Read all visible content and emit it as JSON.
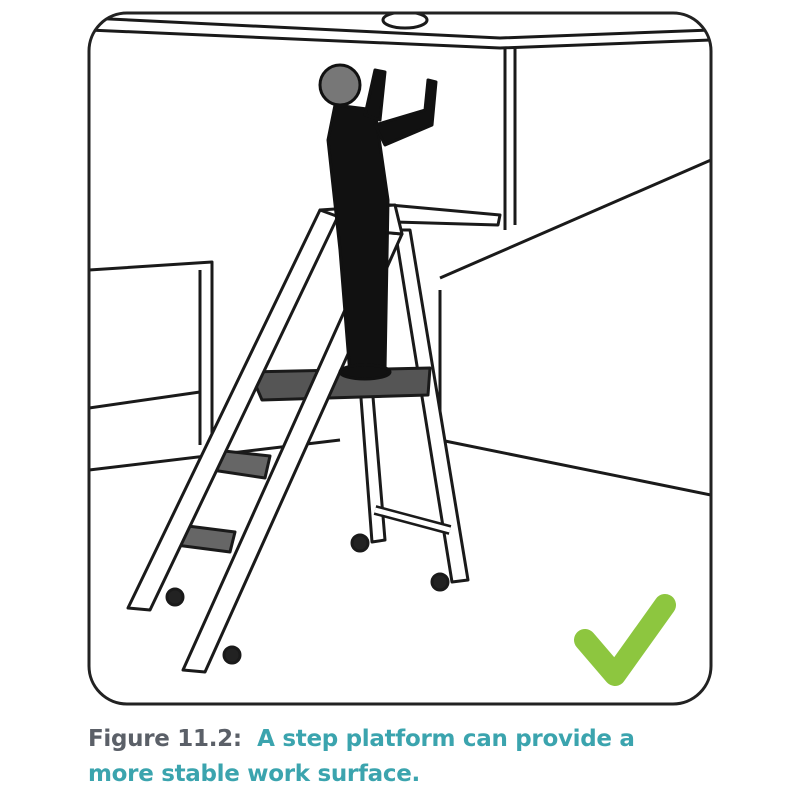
{
  "figure": {
    "label": "Figure 11.2:",
    "text_line1": "A step platform can provide a",
    "text_line2": "more stable work surface.",
    "colors": {
      "label": "#5b6068",
      "text": "#3ba4ae",
      "check": "#8dc63f",
      "frame": "#222222"
    },
    "icons": [
      "check-icon"
    ]
  }
}
